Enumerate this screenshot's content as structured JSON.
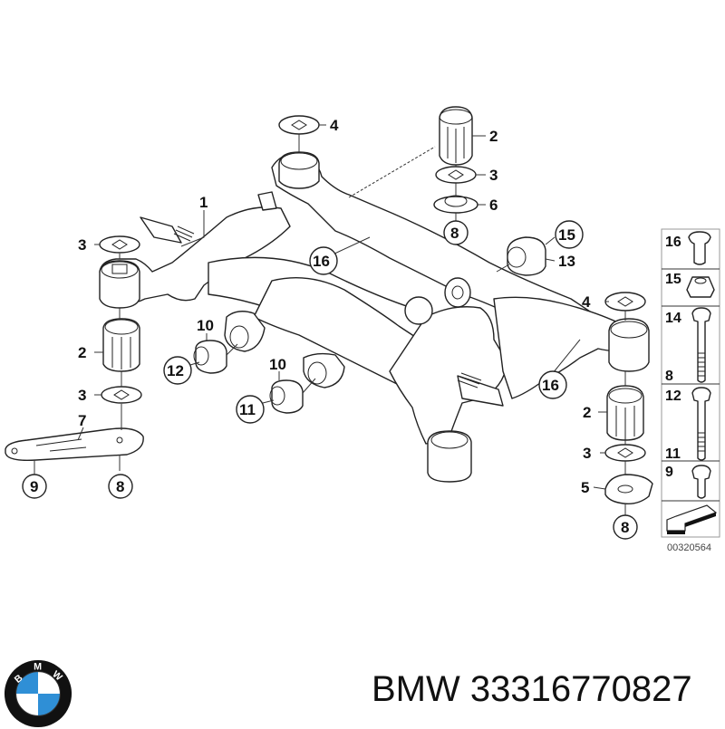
{
  "footer": {
    "brand": "BMW",
    "part_number": "33316770827",
    "title": "BMW 33316770827",
    "logo_letters": [
      "B",
      "M",
      "W"
    ],
    "logo_colors": {
      "ring": "#111111",
      "blue": "#2f8fd6",
      "white": "#ffffff"
    }
  },
  "diagram": {
    "document_number": "00320564",
    "callouts": [
      {
        "id": "c-1",
        "label": "1",
        "circled": false
      },
      {
        "id": "c-4-top",
        "label": "4",
        "circled": false
      },
      {
        "id": "c-2-top",
        "label": "2",
        "circled": false
      },
      {
        "id": "c-3-top",
        "label": "3",
        "circled": false
      },
      {
        "id": "c-6",
        "label": "6",
        "circled": false
      },
      {
        "id": "c-8-top",
        "label": "8",
        "circled": true
      },
      {
        "id": "c-3-left-top",
        "label": "3",
        "circled": false
      },
      {
        "id": "c-16-center",
        "label": "16",
        "circled": true
      },
      {
        "id": "c-15",
        "label": "15",
        "circled": true
      },
      {
        "id": "c-13",
        "label": "13",
        "circled": false
      },
      {
        "id": "c-2-left",
        "label": "2",
        "circled": false
      },
      {
        "id": "c-10-a",
        "label": "10",
        "circled": false
      },
      {
        "id": "c-12",
        "label": "12",
        "circled": true
      },
      {
        "id": "c-10-b",
        "label": "10",
        "circled": false
      },
      {
        "id": "c-11",
        "label": "11",
        "circled": true
      },
      {
        "id": "c-3-left-bottom",
        "label": "3",
        "circled": false
      },
      {
        "id": "c-7",
        "label": "7",
        "circled": false
      },
      {
        "id": "c-9",
        "label": "9",
        "circled": true
      },
      {
        "id": "c-8-left",
        "label": "8",
        "circled": true
      },
      {
        "id": "c-4-right",
        "label": "4",
        "circled": false
      },
      {
        "id": "c-16-right",
        "label": "16",
        "circled": true
      },
      {
        "id": "c-2-right",
        "label": "2",
        "circled": false
      },
      {
        "id": "c-3-right",
        "label": "3",
        "circled": false
      },
      {
        "id": "c-5",
        "label": "5",
        "circled": false
      },
      {
        "id": "c-8-right",
        "label": "8",
        "circled": true
      }
    ],
    "legend": [
      {
        "label": "16",
        "part": "rivet"
      },
      {
        "label": "15",
        "part": "collar-nut"
      },
      {
        "label": "14",
        "part": "long-bolt",
        "lower_label": "8"
      },
      {
        "label": "12",
        "part": "medium-bolt",
        "lower_label": "11"
      },
      {
        "label": "9",
        "part": "short-bolt"
      }
    ]
  }
}
